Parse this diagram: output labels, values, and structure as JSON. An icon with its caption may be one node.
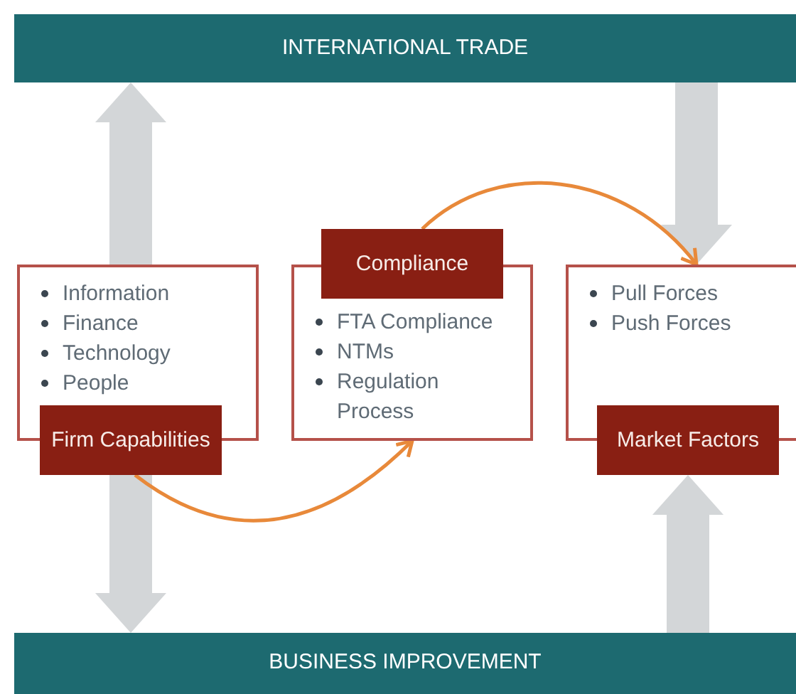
{
  "diagram": {
    "nodes": [
      {
        "text": [
          "INTERNATIONAL TRADE"
        ]
      },
      {
        "text": [
          "Information",
          "Finance",
          "Technology",
          "People"
        ]
      },
      {
        "text": [
          "Firm Capabilities"
        ]
      },
      {
        "text": [
          "FTA Compliance",
          "NTMs",
          "Regulation Process"
        ]
      },
      {
        "text": [
          "Compliance"
        ]
      },
      {
        "text": [
          "Pull Forces",
          "Push Forces"
        ]
      },
      {
        "text": [
          "Market Factors"
        ]
      },
      {
        "text": [
          "BUSINESS IMPROVEMENT"
        ]
      }
    ],
    "edges": [
      {
        "from": 1,
        "to": 0,
        "arrow": "to"
      },
      {
        "from": 0,
        "to": 5,
        "arrow": "to"
      },
      {
        "from": 2,
        "to": 7,
        "arrow": "to"
      },
      {
        "from": 7,
        "to": 6,
        "arrow": "to"
      },
      {
        "from": 2,
        "to": 3,
        "arrow": "to",
        "color": "#e8893a"
      },
      {
        "from": 4,
        "to": 5,
        "arrow": "to",
        "color": "#e8893a"
      }
    ]
  }
}
